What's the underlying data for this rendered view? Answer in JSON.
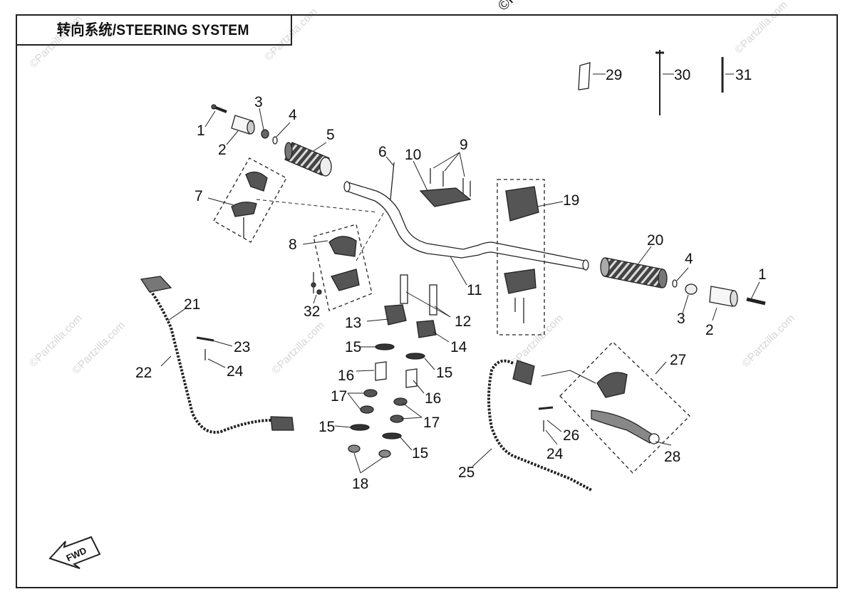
{
  "title": "转向系统/STEERING SYSTEM",
  "copyright": "©Partzilla",
  "watermark": "©Partzilla.com",
  "fwd_label": "FWD",
  "callouts": [
    {
      "id": "c1a",
      "text": "1"
    },
    {
      "id": "c2a",
      "text": "2"
    },
    {
      "id": "c3a",
      "text": "3"
    },
    {
      "id": "c4a",
      "text": "4"
    },
    {
      "id": "c5",
      "text": "5"
    },
    {
      "id": "c6",
      "text": "6"
    },
    {
      "id": "c7",
      "text": "7"
    },
    {
      "id": "c8",
      "text": "8"
    },
    {
      "id": "c9",
      "text": "9"
    },
    {
      "id": "c10",
      "text": "10"
    },
    {
      "id": "c11",
      "text": "11"
    },
    {
      "id": "c12",
      "text": "12"
    },
    {
      "id": "c13",
      "text": "13"
    },
    {
      "id": "c14",
      "text": "14"
    },
    {
      "id": "c15a",
      "text": "15"
    },
    {
      "id": "c15b",
      "text": "15"
    },
    {
      "id": "c15c",
      "text": "15"
    },
    {
      "id": "c15d",
      "text": "15"
    },
    {
      "id": "c16a",
      "text": "16"
    },
    {
      "id": "c16b",
      "text": "16"
    },
    {
      "id": "c17a",
      "text": "17"
    },
    {
      "id": "c17b",
      "text": "17"
    },
    {
      "id": "c18",
      "text": "18"
    },
    {
      "id": "c19",
      "text": "19"
    },
    {
      "id": "c20",
      "text": "20"
    },
    {
      "id": "c4b",
      "text": "4"
    },
    {
      "id": "c1b",
      "text": "1"
    },
    {
      "id": "c3b",
      "text": "3"
    },
    {
      "id": "c2b",
      "text": "2"
    },
    {
      "id": "c21",
      "text": "21"
    },
    {
      "id": "c22",
      "text": "22"
    },
    {
      "id": "c23",
      "text": "23"
    },
    {
      "id": "c24a",
      "text": "24"
    },
    {
      "id": "c24b",
      "text": "24"
    },
    {
      "id": "c25",
      "text": "25"
    },
    {
      "id": "c26",
      "text": "26"
    },
    {
      "id": "c27",
      "text": "27"
    },
    {
      "id": "c28",
      "text": "28"
    },
    {
      "id": "c29",
      "text": "29"
    },
    {
      "id": "c30",
      "text": "30"
    },
    {
      "id": "c31",
      "text": "31"
    },
    {
      "id": "c32",
      "text": "32"
    }
  ]
}
